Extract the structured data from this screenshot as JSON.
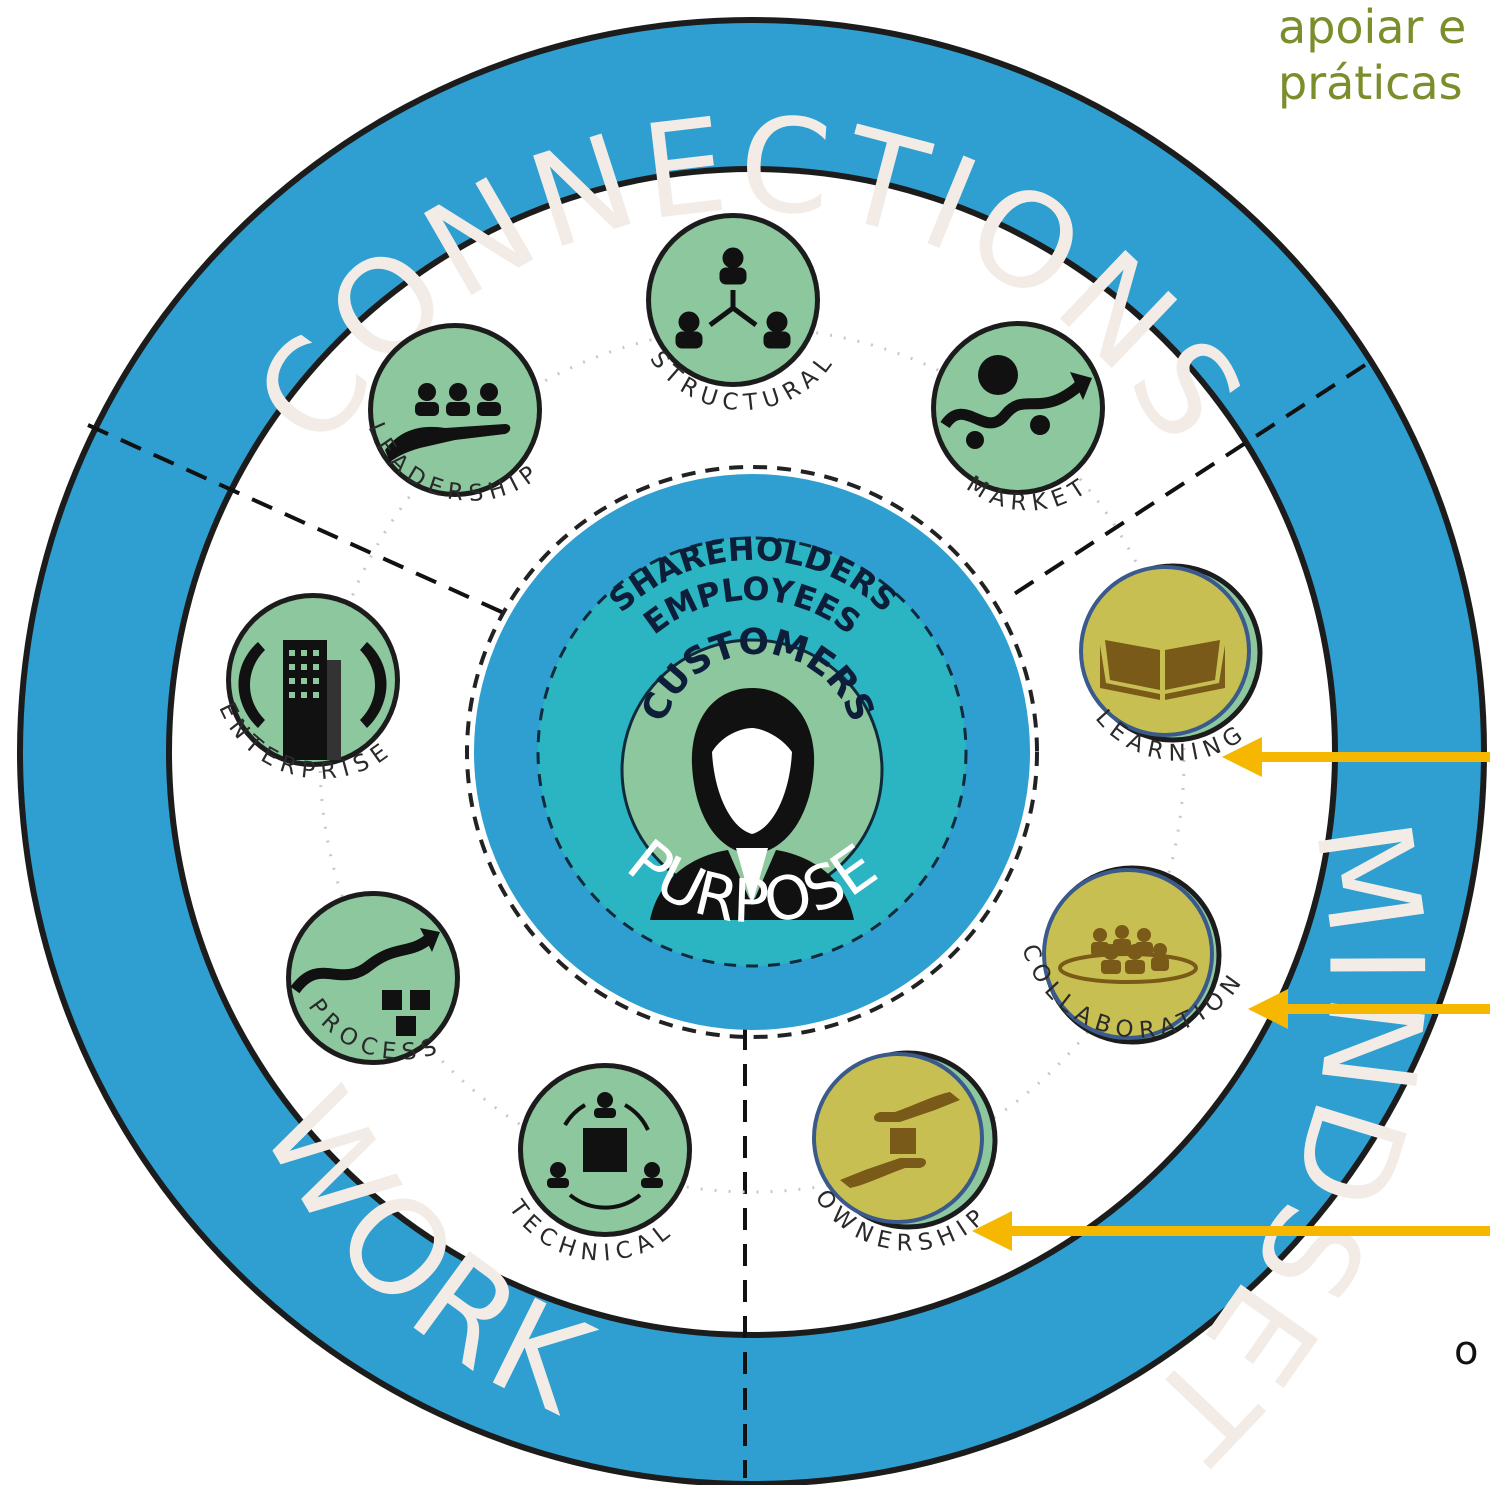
{
  "top_right_text": {
    "line1": "apoiar e",
    "line2": "práticas"
  },
  "bottom_right_text": "o",
  "outer_ring": {
    "connections": "CONNECTIONS",
    "work": "WORK",
    "mindset": "MINDSET"
  },
  "center": {
    "shareholders": "SHAREHOLDERS",
    "employees": "EMPLOYEES",
    "customers": "CUSTOMERS",
    "purpose": "PURPOSE"
  },
  "nodes": {
    "structural": "STRUCTURAL",
    "leadership": "LEADERSHIP",
    "market": "MARKET",
    "enterprise": "ENTERPRISE",
    "process": "PROCESS",
    "technical": "TECHNICAL",
    "learning": "LEARNING",
    "collaboration": "COLLABORATION",
    "ownership": "OWNERSHIP"
  },
  "colors": {
    "ring_blue": "#2e9fd0",
    "inner_teal": "#2bb5c2",
    "node_green": "#8cc79e",
    "node_gold": "#c8bf52",
    "arrow_orange": "#f5b700"
  },
  "icons": {
    "structural": "org-structure-icon",
    "leadership": "hand-holding-people-icon",
    "market": "trend-arrow-icon",
    "enterprise": "building-cycle-icon",
    "process": "growth-boxes-icon",
    "technical": "cycle-box-icon",
    "learning": "open-book-icon",
    "collaboration": "team-table-icon",
    "ownership": "hands-box-icon"
  }
}
